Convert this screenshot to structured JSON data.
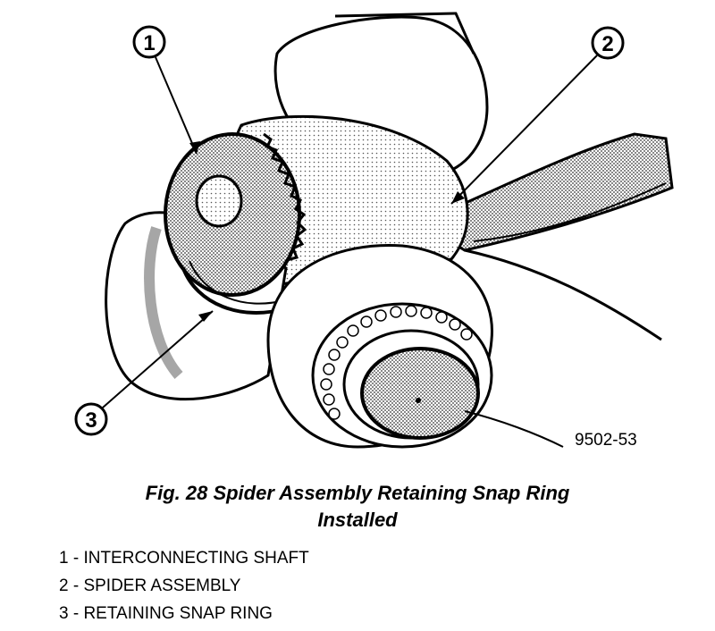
{
  "figure": {
    "code": "9502-53",
    "callouts": [
      {
        "number": "1"
      },
      {
        "number": "2"
      },
      {
        "number": "3"
      }
    ]
  },
  "caption": {
    "line1": "Fig. 28 Spider Assembly Retaining Snap Ring",
    "line2": "Installed"
  },
  "legend": [
    {
      "text": "1 - INTERCONNECTING SHAFT"
    },
    {
      "text": "2 - SPIDER ASSEMBLY"
    },
    {
      "text": "3 - RETAINING SNAP RING"
    }
  ]
}
